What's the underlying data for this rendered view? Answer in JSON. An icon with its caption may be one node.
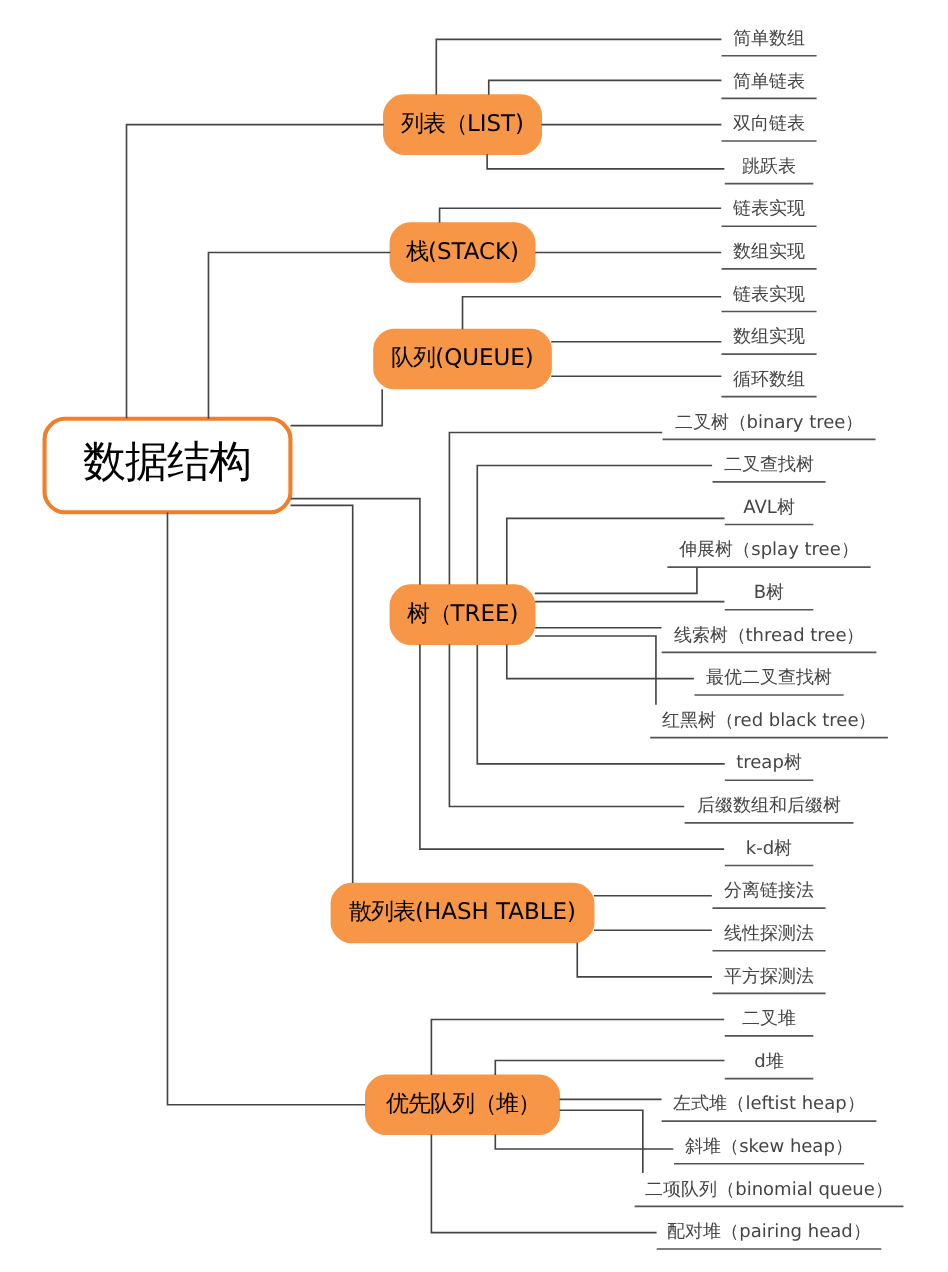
{
  "diagram": {
    "nodes": [
      {
        "text": [
          "数据结构"
        ]
      },
      {
        "text": [
          "列表（LIST)"
        ]
      },
      {
        "text": [
          "简单数组"
        ]
      },
      {
        "text": [
          "简单链表"
        ]
      },
      {
        "text": [
          "双向链表"
        ]
      },
      {
        "text": [
          "跳跃表"
        ]
      },
      {
        "text": [
          "栈(STACK)"
        ]
      },
      {
        "text": [
          "链表实现"
        ]
      },
      {
        "text": [
          "数组实现"
        ]
      },
      {
        "text": [
          "队列(QUEUE)"
        ]
      },
      {
        "text": [
          "链表实现"
        ]
      },
      {
        "text": [
          "数组实现"
        ]
      },
      {
        "text": [
          "循环数组"
        ]
      },
      {
        "text": [
          "树（TREE)"
        ]
      },
      {
        "text": [
          "二叉树（binary tree）"
        ]
      },
      {
        "text": [
          "二叉查找树"
        ]
      },
      {
        "text": [
          "AVL树"
        ]
      },
      {
        "text": [
          "伸展树（splay tree）"
        ]
      },
      {
        "text": [
          "B树"
        ]
      },
      {
        "text": [
          "线索树（thread tree）"
        ]
      },
      {
        "text": [
          "最优二叉查找树"
        ]
      },
      {
        "text": [
          "红黑树（red black tree）"
        ]
      },
      {
        "text": [
          "treap树"
        ]
      },
      {
        "text": [
          "后缀数组和后缀树"
        ]
      },
      {
        "text": [
          "k-d树"
        ]
      },
      {
        "text": [
          "散列表(HASH TABLE)"
        ]
      },
      {
        "text": [
          "分离链接法"
        ]
      },
      {
        "text": [
          "线性探测法"
        ]
      },
      {
        "text": [
          "平方探测法"
        ]
      },
      {
        "text": [
          "优先队列（堆）"
        ]
      },
      {
        "text": [
          "二叉堆"
        ]
      },
      {
        "text": [
          "d堆"
        ]
      },
      {
        "text": [
          "左式堆（leftist heap）"
        ]
      },
      {
        "text": [
          "斜堆（skew heap）"
        ]
      },
      {
        "text": [
          "二项队列（binomial queue）"
        ]
      },
      {
        "text": [
          "配对堆（pairing head）"
        ]
      }
    ],
    "edges": [
      {
        "from": 0,
        "to": 1,
        "arrow": "none"
      },
      {
        "from": 1,
        "to": 2,
        "arrow": "none"
      },
      {
        "from": 1,
        "to": 3,
        "arrow": "none"
      },
      {
        "from": 1,
        "to": 4,
        "arrow": "none"
      },
      {
        "from": 1,
        "to": 5,
        "arrow": "none"
      },
      {
        "from": 0,
        "to": 6,
        "arrow": "none"
      },
      {
        "from": 6,
        "to": 7,
        "arrow": "none"
      },
      {
        "from": 6,
        "to": 8,
        "arrow": "none"
      },
      {
        "from": 0,
        "to": 9,
        "arrow": "none"
      },
      {
        "from": 9,
        "to": 10,
        "arrow": "none"
      },
      {
        "from": 9,
        "to": 11,
        "arrow": "none"
      },
      {
        "from": 9,
        "to": 12,
        "arrow": "none"
      },
      {
        "from": 0,
        "to": 13,
        "arrow": "none"
      },
      {
        "from": 13,
        "to": 14,
        "arrow": "none"
      },
      {
        "from": 13,
        "to": 15,
        "arrow": "none"
      },
      {
        "from": 13,
        "to": 16,
        "arrow": "none"
      },
      {
        "from": 13,
        "to": 17,
        "arrow": "none"
      },
      {
        "from": 13,
        "to": 18,
        "arrow": "none"
      },
      {
        "from": 13,
        "to": 19,
        "arrow": "none"
      },
      {
        "from": 13,
        "to": 20,
        "arrow": "none"
      },
      {
        "from": 13,
        "to": 21,
        "arrow": "none"
      },
      {
        "from": 13,
        "to": 22,
        "arrow": "none"
      },
      {
        "from": 13,
        "to": 23,
        "arrow": "none"
      },
      {
        "from": 13,
        "to": 24,
        "arrow": "none"
      },
      {
        "from": 0,
        "to": 25,
        "arrow": "none"
      },
      {
        "from": 25,
        "to": 26,
        "arrow": "none"
      },
      {
        "from": 25,
        "to": 27,
        "arrow": "none"
      },
      {
        "from": 25,
        "to": 28,
        "arrow": "none"
      },
      {
        "from": 0,
        "to": 29,
        "arrow": "none"
      },
      {
        "from": 29,
        "to": 30,
        "arrow": "none"
      },
      {
        "from": 29,
        "to": 31,
        "arrow": "none"
      },
      {
        "from": 29,
        "to": 32,
        "arrow": "none"
      },
      {
        "from": 29,
        "to": 33,
        "arrow": "none"
      },
      {
        "from": 29,
        "to": 34,
        "arrow": "none"
      },
      {
        "from": 29,
        "to": 35,
        "arrow": "none"
      }
    ]
  }
}
